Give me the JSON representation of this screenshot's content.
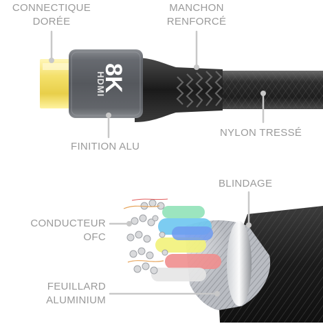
{
  "labels": {
    "connector": [
      "CONNECTIQUE",
      "DORÉE"
    ],
    "sleeve": [
      "MANCHON",
      "RENFORCÉ"
    ],
    "finish": "FINITION ALU",
    "nylon": "NYLON TRESSÉ",
    "shielding": "BLINDAGE",
    "conductor": [
      "CONDUCTEUR",
      "OFC"
    ],
    "foil": [
      "FEUILLARD",
      "ALUMINIUM"
    ]
  },
  "plug": {
    "brand": "HDMI",
    "resolution": "8K"
  },
  "colors": {
    "label_text": "#9a9a9a",
    "callout_line": "#c8c8c8",
    "gold_contact": "#f2e27a",
    "alu_housing": "#5e6166",
    "cable_jacket": "#2a2a2a"
  }
}
